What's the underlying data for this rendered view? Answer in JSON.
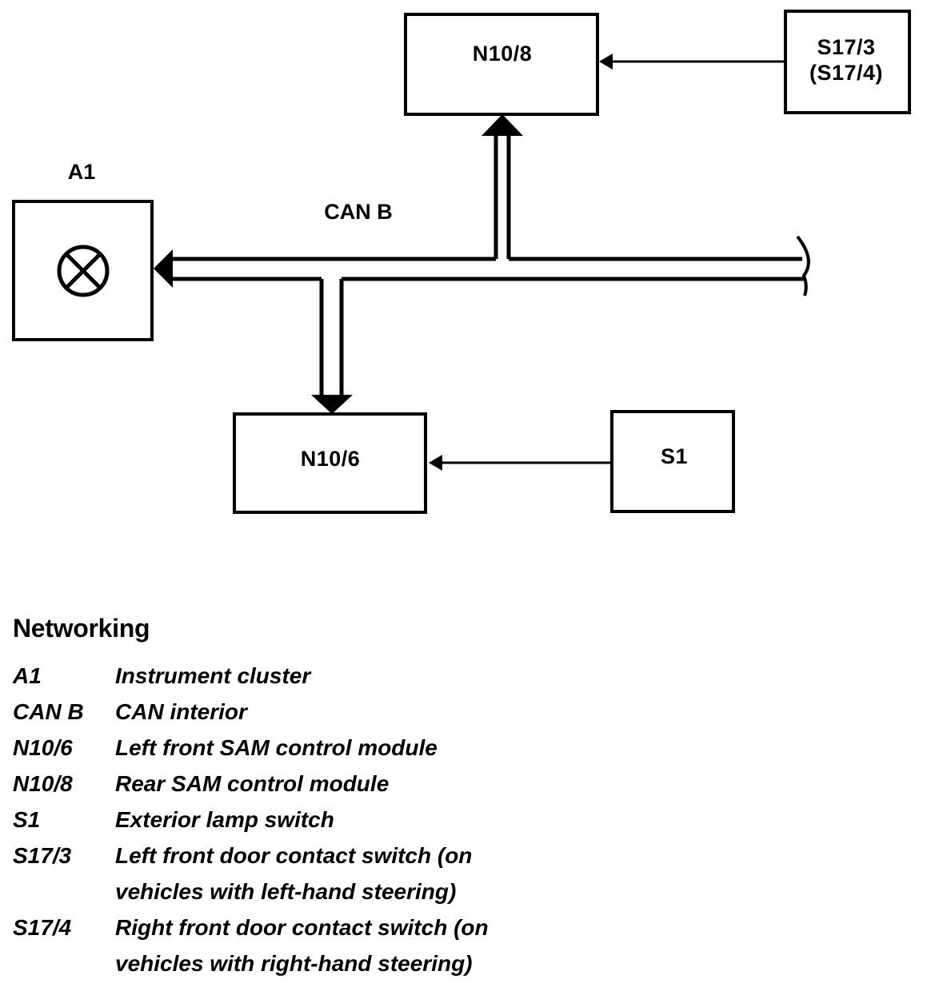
{
  "diagram": {
    "bus_label": "CAN B",
    "nodes": {
      "n10_8": {
        "label": "N10/8"
      },
      "s17": {
        "label_line1": "S17/3",
        "label_line2": "(S17/4)"
      },
      "a1": {
        "label": "A1"
      },
      "n10_6": {
        "label": "N10/6"
      },
      "s1": {
        "label": "S1"
      }
    },
    "icons": {
      "lamp": "lamp-symbol-icon"
    },
    "colors": {
      "ink": "#000000",
      "paper": "#ffffff"
    }
  },
  "legend": {
    "title": "Networking",
    "items": [
      {
        "code": "A1",
        "desc": [
          "Instrument cluster"
        ]
      },
      {
        "code": "CAN B",
        "desc": [
          "CAN interior"
        ]
      },
      {
        "code": "N10/6",
        "desc": [
          "Left front SAM control module"
        ]
      },
      {
        "code": "N10/8",
        "desc": [
          "Rear SAM control module"
        ]
      },
      {
        "code": "S1",
        "desc": [
          "Exterior lamp switch"
        ]
      },
      {
        "code": "S17/3",
        "desc": [
          "Left front door contact switch (on",
          "vehicles with left-hand steering)"
        ]
      },
      {
        "code": "S17/4",
        "desc": [
          "Right front door contact switch (on",
          "vehicles with right-hand steering)"
        ]
      }
    ]
  }
}
